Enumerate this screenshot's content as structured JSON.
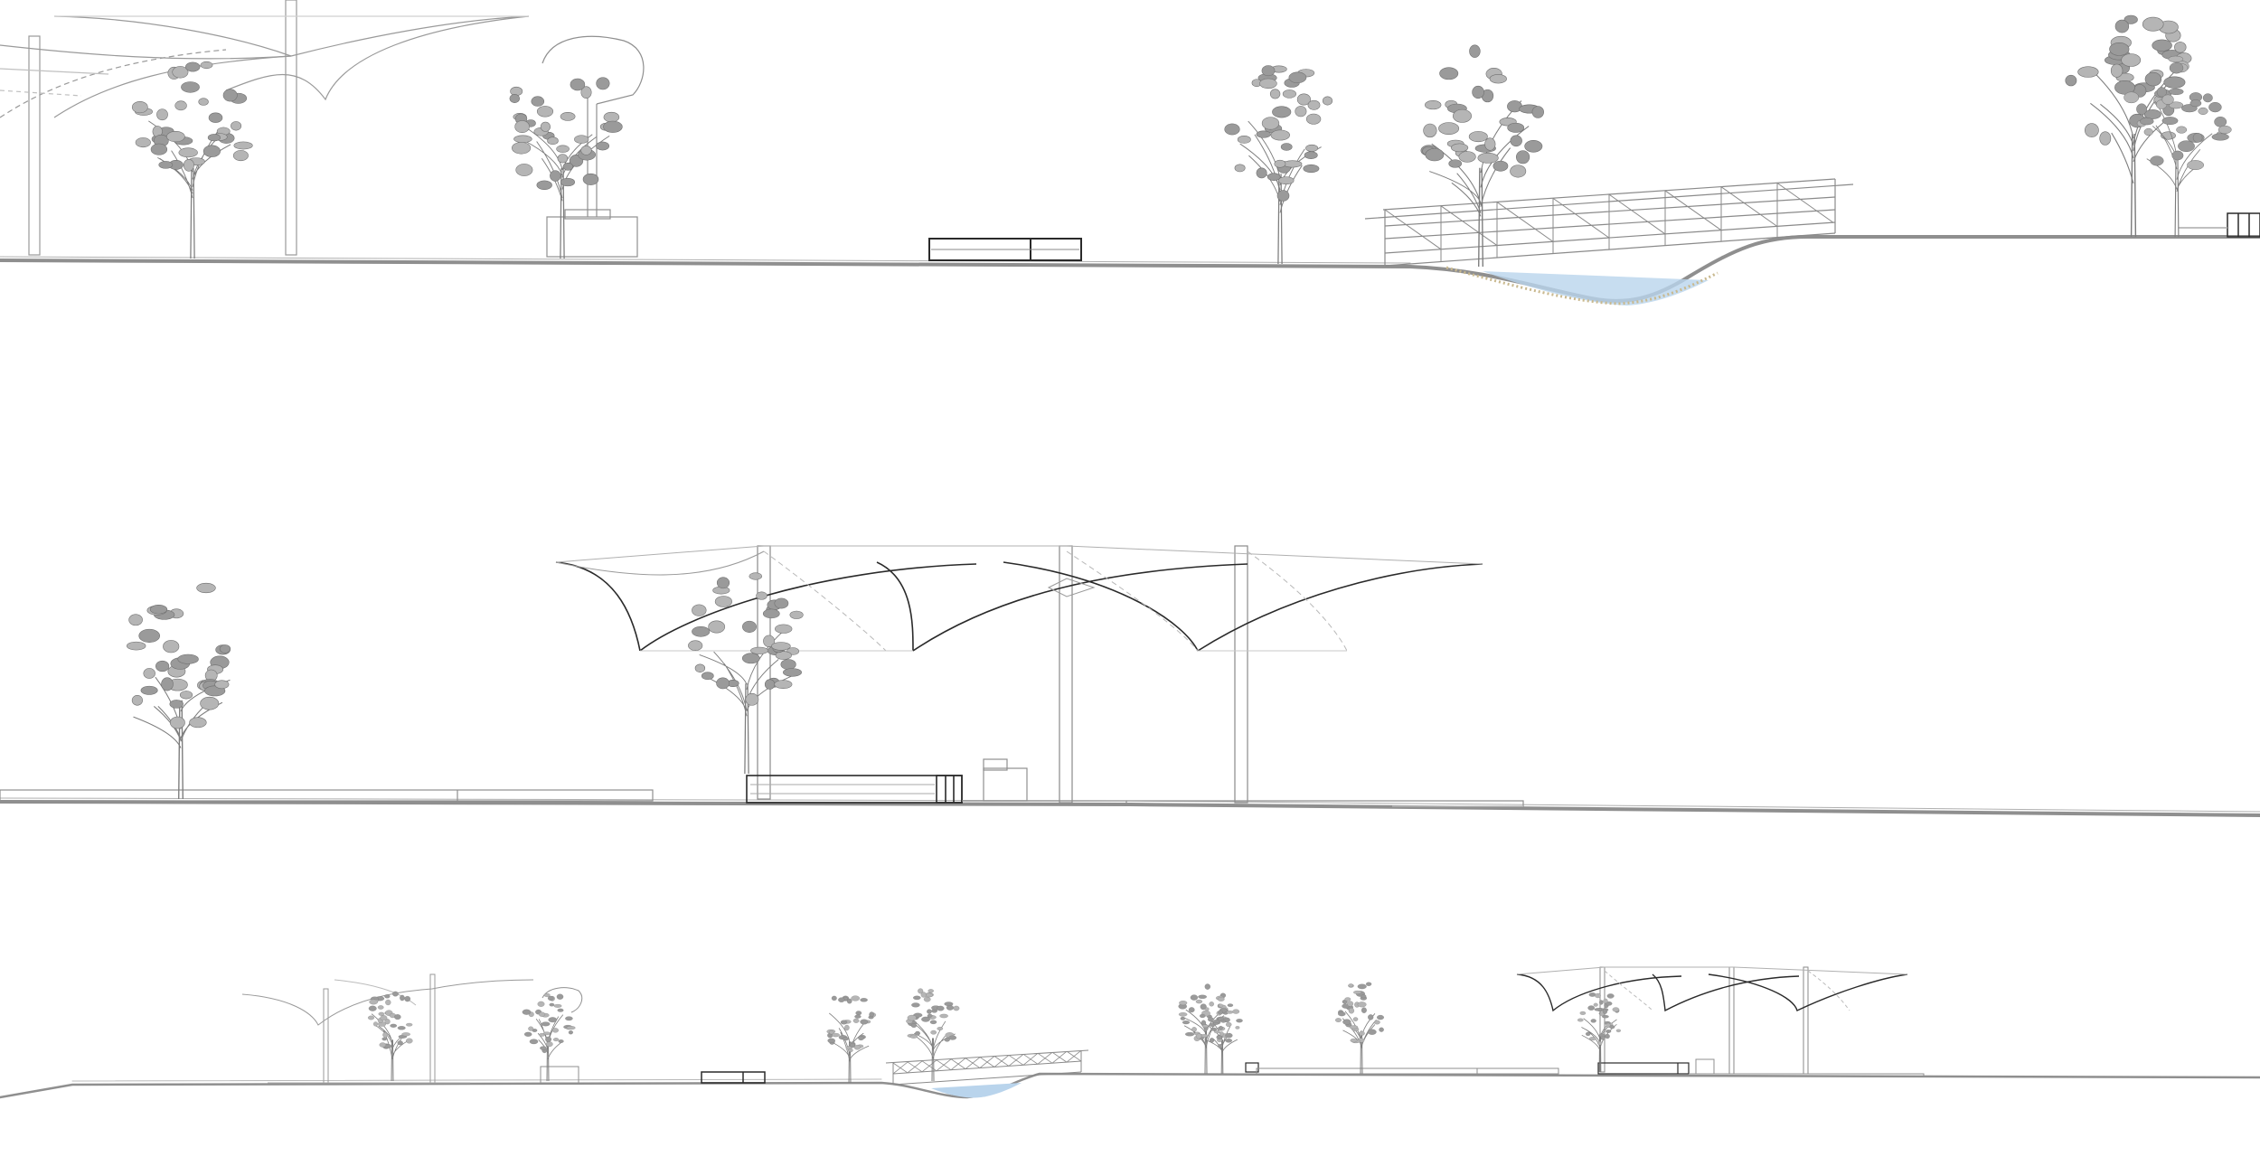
{
  "drawing": {
    "kind": "landscape-elevation-sheet",
    "sections": [
      {
        "id": "upper-elevation",
        "elements": [
          "shade-canopy-pair",
          "tree",
          "tree",
          "kiosk-canopy",
          "bench",
          "tree",
          "tree",
          "pedestrian-bridge",
          "bioswale",
          "tree-cluster",
          "bench"
        ]
      },
      {
        "id": "middle-elevation",
        "elements": [
          "tree",
          "planter-wall",
          "shade-canopy-triple",
          "tree",
          "bench",
          "kiosk",
          "paved-plaza"
        ]
      },
      {
        "id": "lower-elevation",
        "elements": [
          "shade-canopy-pair",
          "tree",
          "tree",
          "bench",
          "tree",
          "tree",
          "pedestrian-bridge",
          "bioswale",
          "tree-cluster",
          "tree",
          "planter-wall",
          "shade-canopy-triple",
          "tree"
        ]
      }
    ],
    "colors": {
      "ground": "#8f8f8f",
      "line": "#8a8a8a",
      "dark_line": "#2a2a2a",
      "tree": "#9a9a9a",
      "tree_dark": "#7d7d7d",
      "water": "#b9d4ec",
      "soil": "#c9b98f"
    }
  }
}
